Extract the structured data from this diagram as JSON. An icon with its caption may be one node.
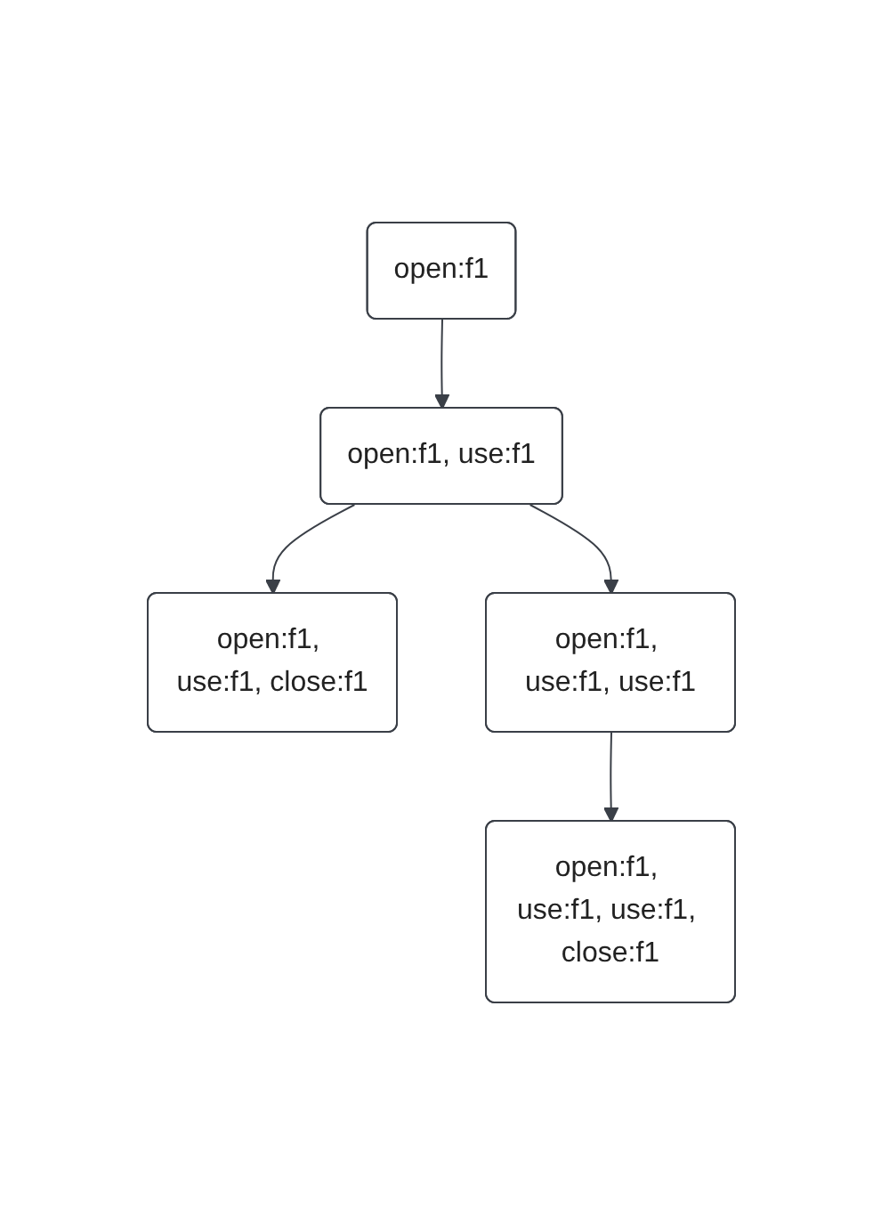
{
  "diagram": {
    "nodes": [
      {
        "text": [
          "open:f1"
        ]
      },
      {
        "text": [
          "open:f1, use:f1"
        ]
      },
      {
        "text": [
          "open:f1, use:f1, close:f1"
        ]
      },
      {
        "text": [
          "open:f1, use:f1, use:f1"
        ]
      },
      {
        "text": [
          "open:f1, use:f1, use:f1, close:f1"
        ]
      }
    ],
    "edges": [
      {
        "from": 0,
        "to": 1,
        "arrow": "to"
      },
      {
        "from": 1,
        "to": 2,
        "arrow": "to"
      },
      {
        "from": 1,
        "to": 3,
        "arrow": "to"
      },
      {
        "from": 3,
        "to": 4,
        "arrow": "to"
      }
    ]
  }
}
